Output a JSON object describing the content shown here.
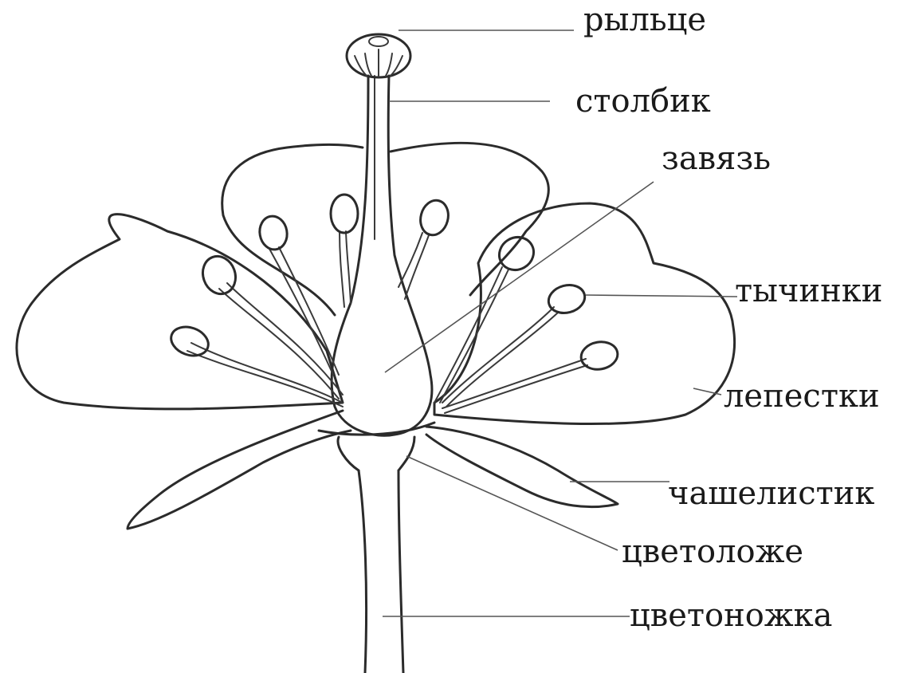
{
  "labels": {
    "stigma": "рыльце",
    "style": "столбик",
    "ovary": "завязь",
    "stamens": "тычинки",
    "petals": "лепестки",
    "sepal": "чашелистик",
    "receptacle": "цветоложе",
    "pedicel": "цветоножка"
  },
  "colors": {
    "line": "#2b2b2b",
    "leader": "#555555",
    "text": "#1a1a1a",
    "background": "#ffffff"
  }
}
